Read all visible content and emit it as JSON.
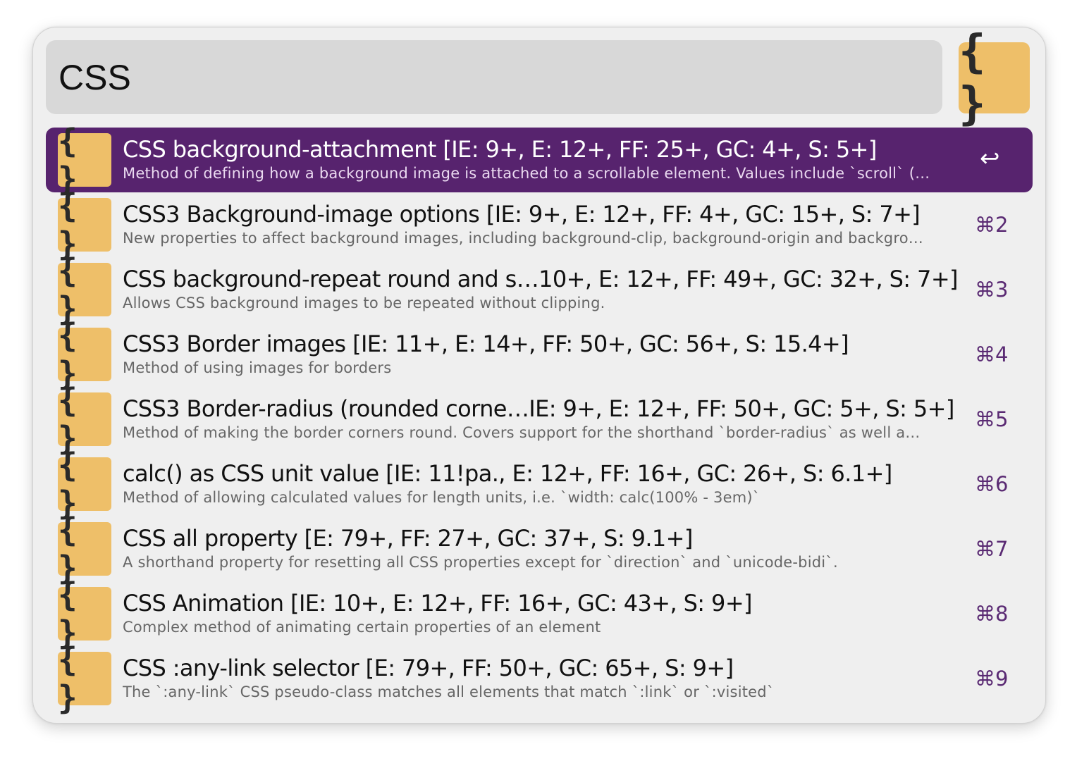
{
  "search": {
    "query": "CSS",
    "icon": "{ }",
    "icon_name": "braces-icon"
  },
  "colors": {
    "accent": "#57236e",
    "icon_bg": "#eebf69",
    "window_bg": "#efefef",
    "search_bg": "#d8d8d8",
    "shortcut": "#5a2a73"
  },
  "results": [
    {
      "icon": "{ }",
      "title": "CSS background-attachment [IE: 9+, E: 12+, FF: 25+, GC: 4+, S: 5+]",
      "subtitle": "Method of defining how a background image is attached to a scrollable element. Values include `scroll` (…",
      "shortcut": "↩",
      "selected": true
    },
    {
      "icon": "{ }",
      "title": "CSS3 Background-image options [IE: 9+, E: 12+, FF: 4+, GC: 15+, S: 7+]",
      "subtitle": "New properties to affect background images, including background-clip, background-origin and backgro…",
      "shortcut": "⌘2",
      "selected": false
    },
    {
      "icon": "{ }",
      "title": "CSS background-repeat round and s…10+, E: 12+, FF: 49+, GC: 32+, S: 7+]",
      "subtitle": "Allows CSS background images to be repeated without clipping.",
      "shortcut": "⌘3",
      "selected": false
    },
    {
      "icon": "{ }",
      "title": "CSS3 Border images [IE: 11+, E: 14+, FF: 50+, GC: 56+, S: 15.4+]",
      "subtitle": "Method of using images for borders",
      "shortcut": "⌘4",
      "selected": false
    },
    {
      "icon": "{ }",
      "title": "CSS3 Border-radius (rounded corne…IE: 9+, E: 12+, FF: 50+, GC: 5+, S: 5+]",
      "subtitle": "Method of making the border corners round. Covers support for the shorthand `border-radius` as well a…",
      "shortcut": "⌘5",
      "selected": false
    },
    {
      "icon": "{ }",
      "title": "calc() as CSS unit value [IE: 11!pa., E: 12+, FF: 16+, GC: 26+, S: 6.1+]",
      "subtitle": "Method of allowing calculated values for length units, i.e. `width: calc(100% - 3em)`",
      "shortcut": "⌘6",
      "selected": false
    },
    {
      "icon": "{ }",
      "title": "CSS all property [E: 79+, FF: 27+, GC: 37+, S: 9.1+]",
      "subtitle": "A shorthand property for resetting all CSS properties except for `direction` and `unicode-bidi`.",
      "shortcut": "⌘7",
      "selected": false
    },
    {
      "icon": "{ }",
      "title": "CSS Animation [IE: 10+, E: 12+, FF: 16+, GC: 43+, S: 9+]",
      "subtitle": "Complex method of animating certain properties of an element",
      "shortcut": "⌘8",
      "selected": false
    },
    {
      "icon": "{ }",
      "title": "CSS :any-link selector [E: 79+, FF: 50+, GC: 65+, S: 9+]",
      "subtitle": "The `:any-link` CSS pseudo-class matches all elements that match `:link` or `:visited`",
      "shortcut": "⌘9",
      "selected": false
    }
  ]
}
